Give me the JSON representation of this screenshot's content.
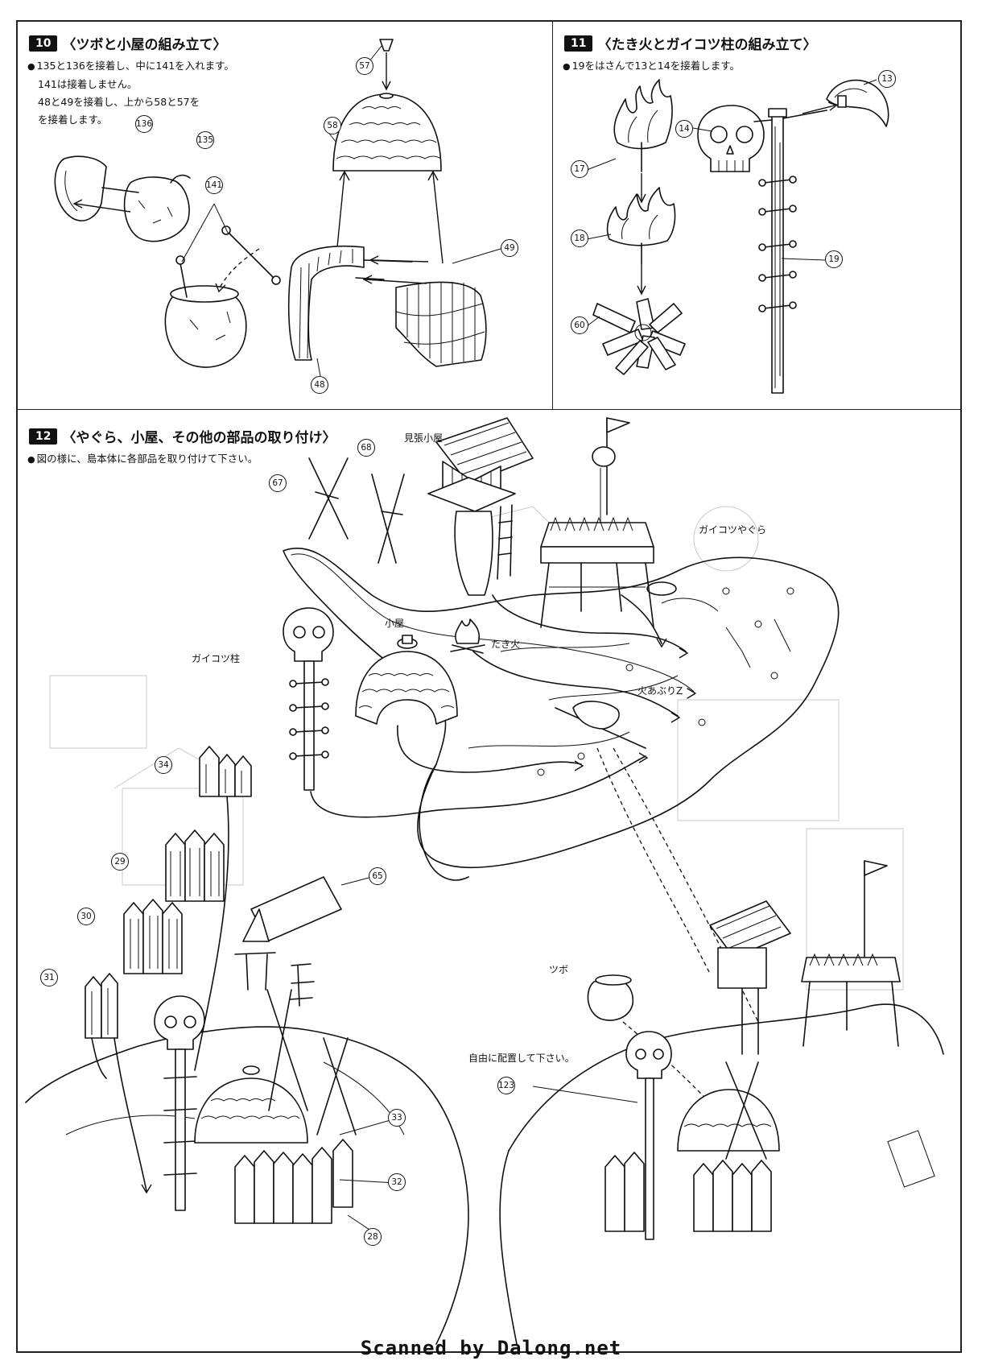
{
  "steps": [
    {
      "number": "10",
      "title": "〈ツボと小屋の組み立て〉",
      "bullet": "●",
      "lines": [
        "135と136を接着し、中に141を入れます。",
        "141は接着しません。",
        "48と49を接着し、上から58と57を",
        "を接着します。"
      ]
    },
    {
      "number": "11",
      "title": "〈たき火とガイコツ柱の組み立て〉",
      "bullet": "●",
      "lines": [
        "19をはさんで13と14を接着します。"
      ]
    },
    {
      "number": "12",
      "title": "〈やぐら、小屋、その他の部品の取り付け〉",
      "bullet": "●",
      "lines": [
        "図の様に、島本体に各部品を取り付けて下さい。"
      ]
    }
  ],
  "parts": {
    "step10": [
      "136",
      "135",
      "141",
      "57",
      "58",
      "49",
      "48"
    ],
    "step11": [
      "17",
      "18",
      "60",
      "14",
      "13",
      "19"
    ],
    "step12": [
      "67",
      "68",
      "34",
      "29",
      "30",
      "31",
      "65",
      "33",
      "32",
      "28",
      "123"
    ]
  },
  "callouts": {
    "watch_hut": "見張小屋",
    "skull_tower": "ガイコツやぐら",
    "hut": "小屋",
    "bonfire": "たき火",
    "skull_pillar": "ガイコツ柱",
    "roasting_z": "火あぶりZ",
    "pot": "ツボ",
    "free_place": "自由に配置して下さい。"
  },
  "credit": "Scanned by Dalong.net"
}
